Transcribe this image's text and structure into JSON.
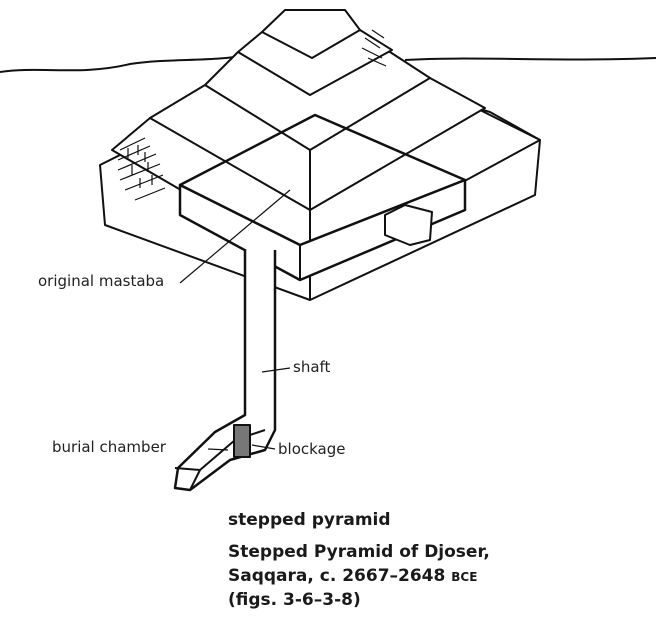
{
  "labels": {
    "original_mastaba": "original mastaba",
    "shaft": "shaft",
    "burial_chamber": "burial chamber",
    "blockage": "blockage"
  },
  "caption": {
    "term": "stepped pyramid",
    "title_line1": "Stepped Pyramid of Djoser,",
    "title_line2": "Saqqara, c. 2667–2648",
    "era": "BCE",
    "figs": "(figs. 3-6–3-8)"
  }
}
